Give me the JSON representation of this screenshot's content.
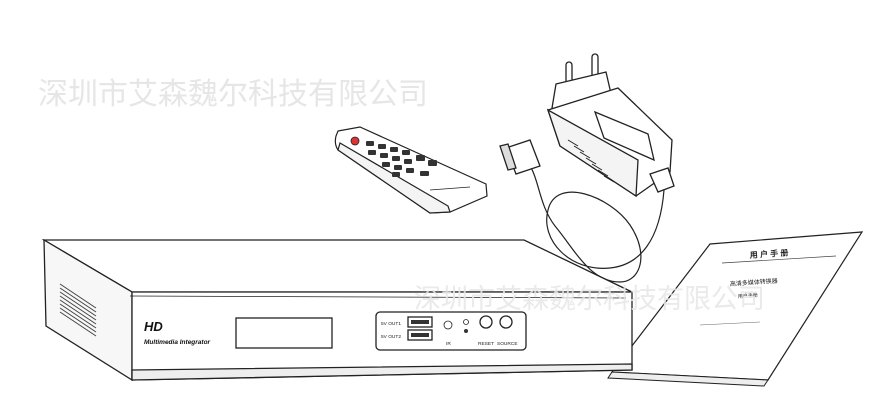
{
  "watermark": {
    "top": "深圳市艾森魏尔科技有限公司",
    "bottom": "深圳市艾森魏尔科技有限公司"
  },
  "device": {
    "model": "HD",
    "subtitle": "Multimedia Integrator",
    "port1_label": "5V OUT1",
    "port2_label": "5V OUT2",
    "ir_label": "IR",
    "reset_label": "RESET",
    "source_label": "SOURCE"
  },
  "manual": {
    "title": "用 户 手 册",
    "line1": "高清多媒体转换器",
    "line2": "用户手册"
  },
  "icons": [
    "remote-control-icon",
    "power-adapter-icon",
    "usb-port-icon",
    "button-icon"
  ]
}
